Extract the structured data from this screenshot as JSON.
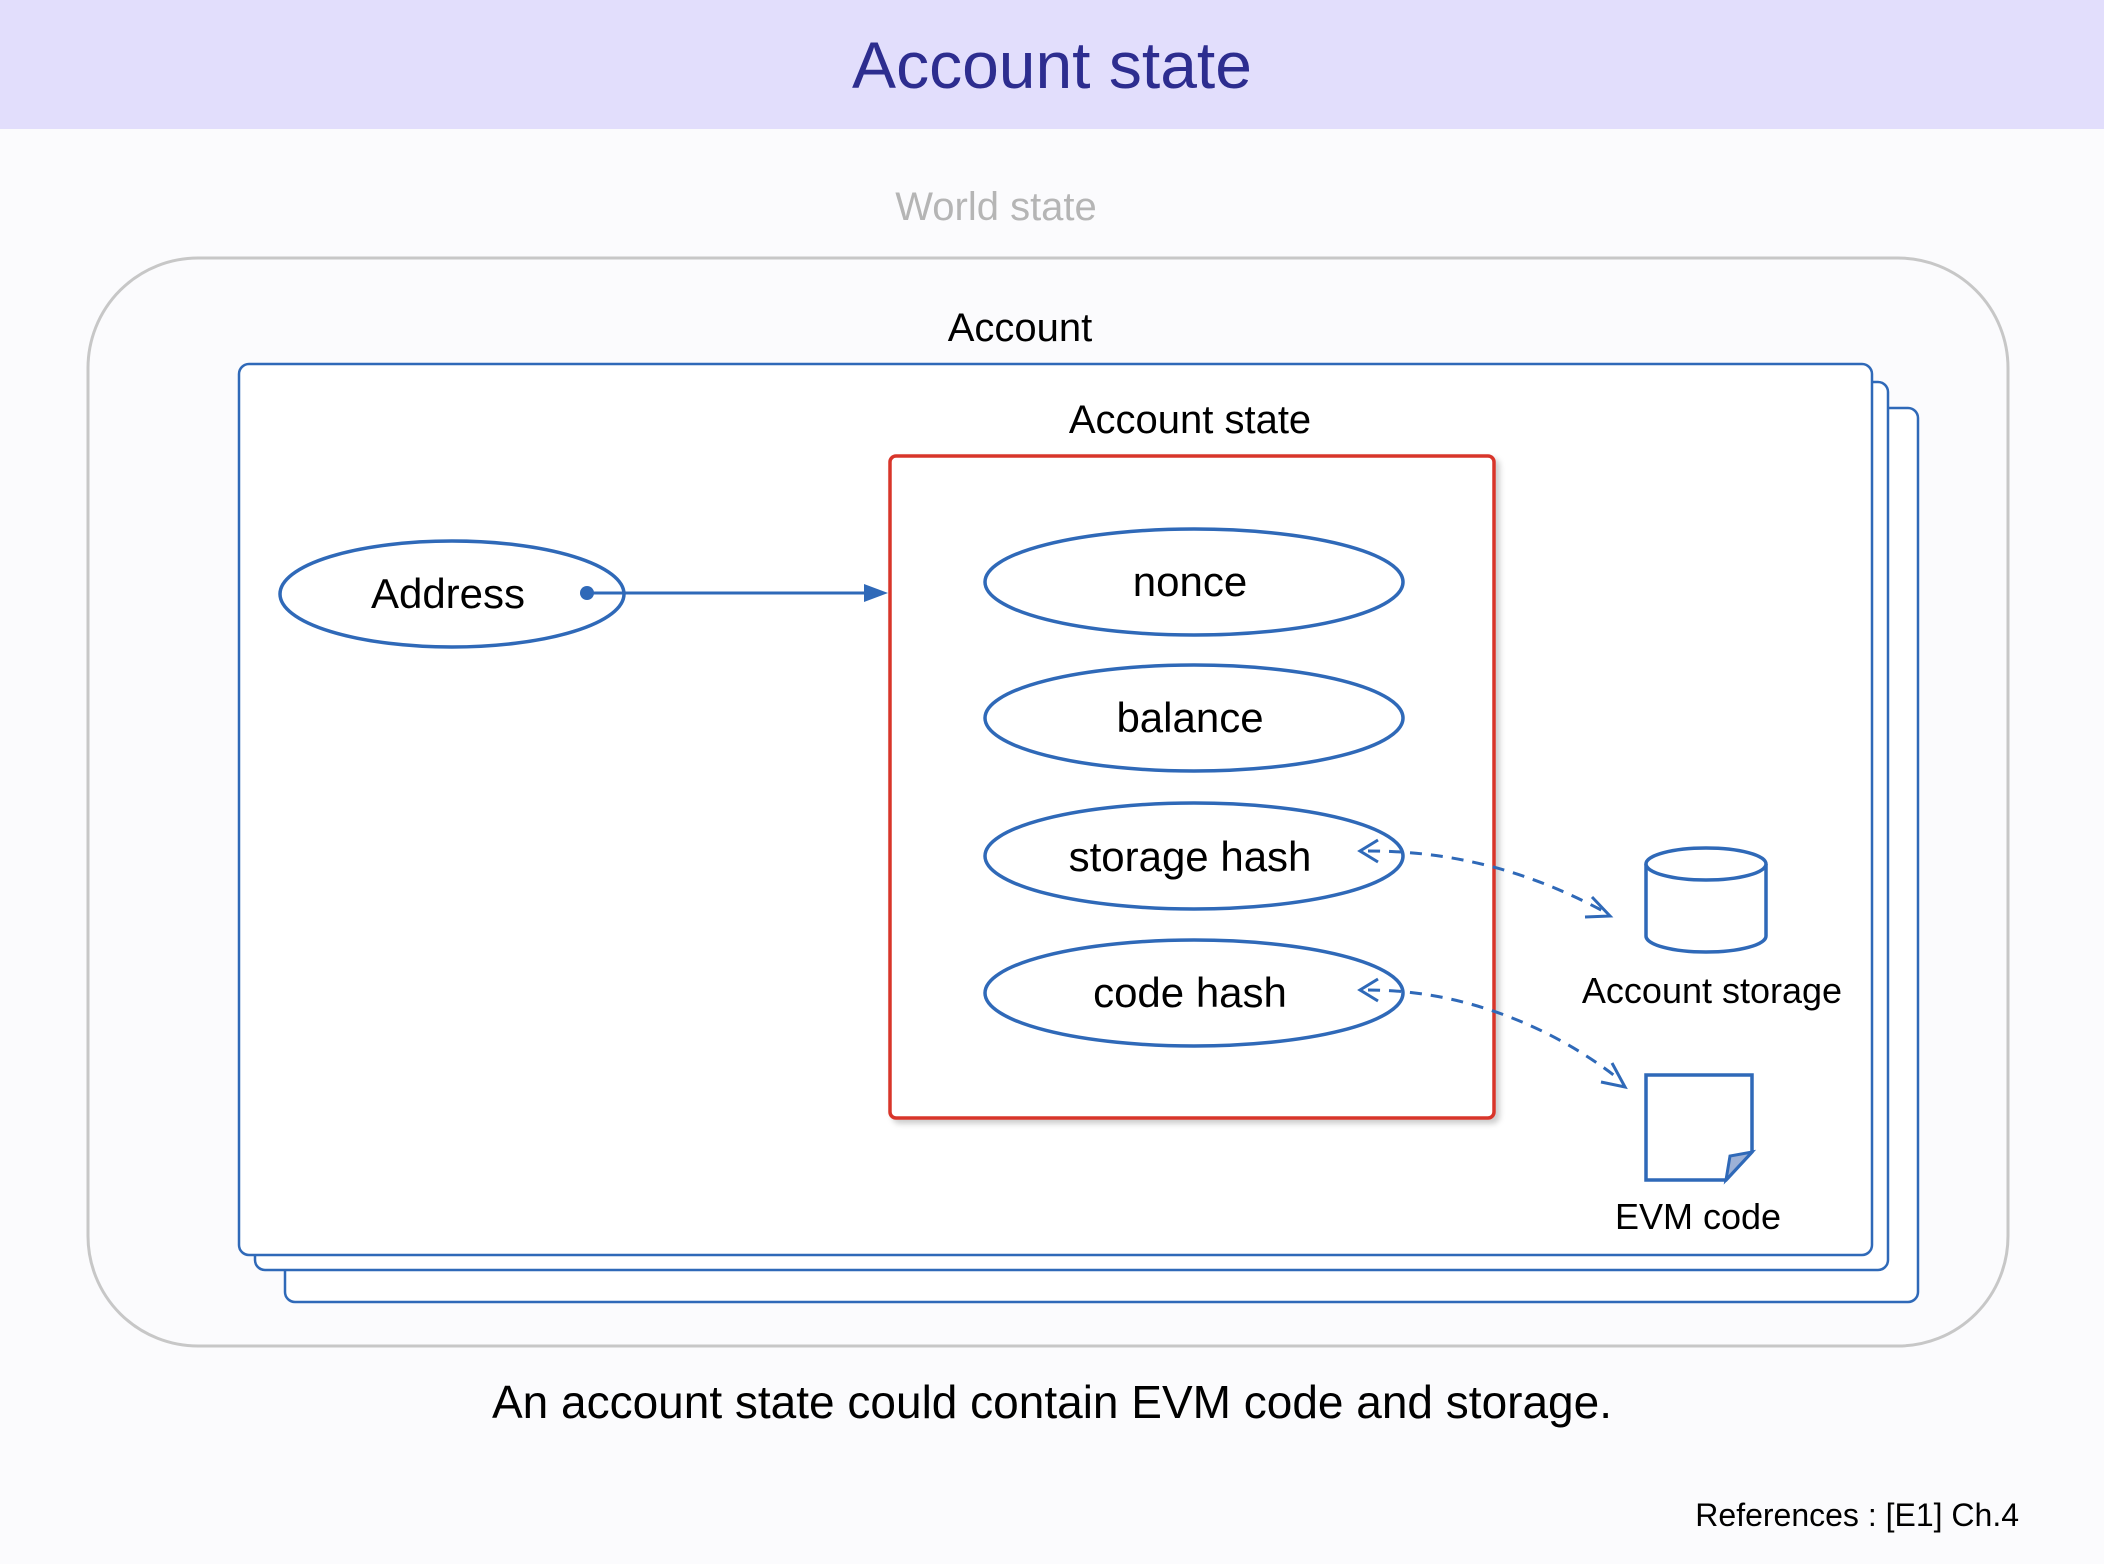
{
  "header": {
    "title": "Account state"
  },
  "diagram": {
    "world_state_label": "World state",
    "account_label": "Account",
    "account_state_label": "Account state",
    "address_label": "Address",
    "fields": [
      "nonce",
      "balance",
      "storage hash",
      "code hash"
    ],
    "account_storage_label": "Account storage",
    "evm_code_label": "EVM code"
  },
  "colors": {
    "header_bg": "#e2defc",
    "title": "#2d2d8f",
    "blue": "#2f69b8",
    "red": "#d8362b",
    "gray": "#c7c7c7"
  },
  "caption": "An account state could contain EVM code and storage.",
  "references": "References : [E1] Ch.4"
}
